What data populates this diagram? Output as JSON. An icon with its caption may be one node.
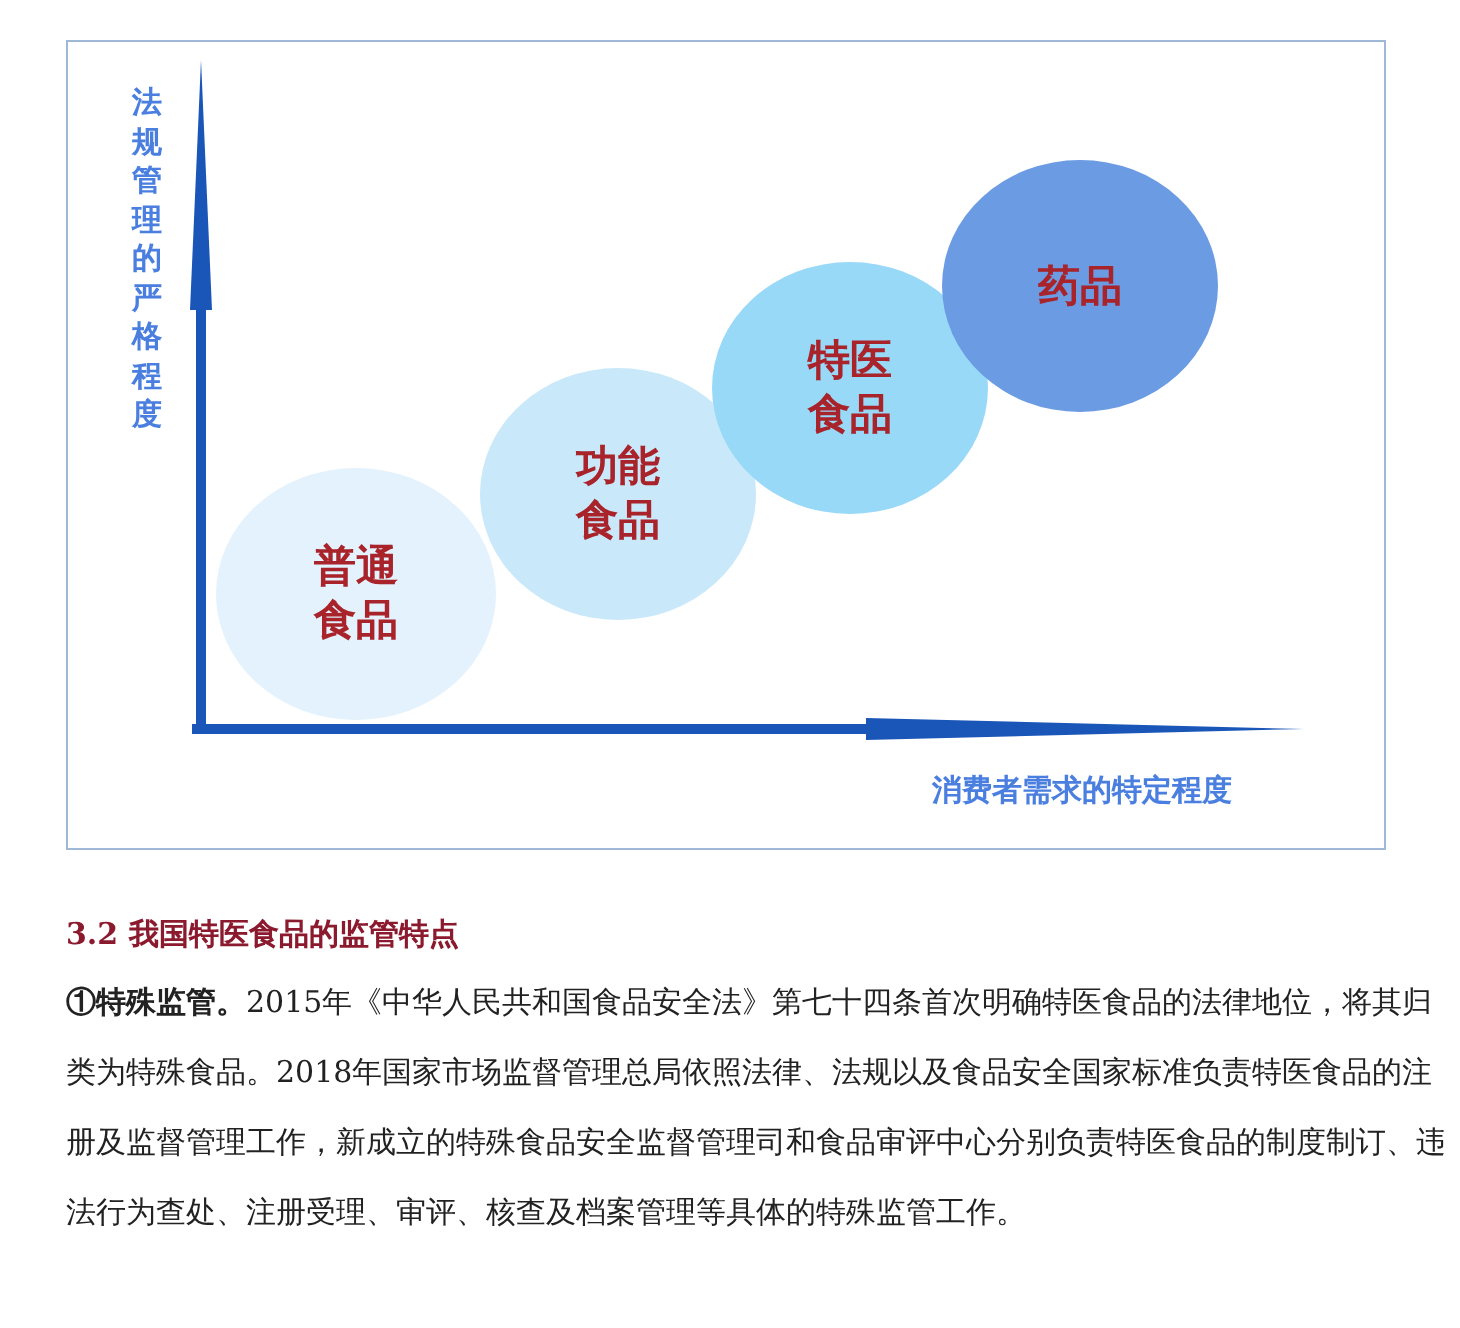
{
  "diagram": {
    "nodes": [
      {
        "text": [
          "普通食品"
        ]
      },
      {
        "text": [
          "功能食品"
        ]
      },
      {
        "text": [
          "特医食品"
        ]
      },
      {
        "text": [
          "药品"
        ]
      }
    ],
    "labels": [
      "法规管理的严格程度",
      "消费者需求的特定程度",
      "3.2 我国特医食品的监管特点",
      "**①特殊监管。**2015年《中华人民共和国食品安全法》第七十四条首次明确特医食品的法律地位，将其归类为特殊食品。2018年国家市场监督管理总局依照法律、法规以及食品安全国家标准负责特医食品的注册及监督管理工作，新成立的特殊食品安全监督管理司和食品审评中心分别负责特医食品的制度制订、违法行为查处、注册受理、审评、核查及档案管理等具体的特殊监管工作。"
    ]
  }
}
